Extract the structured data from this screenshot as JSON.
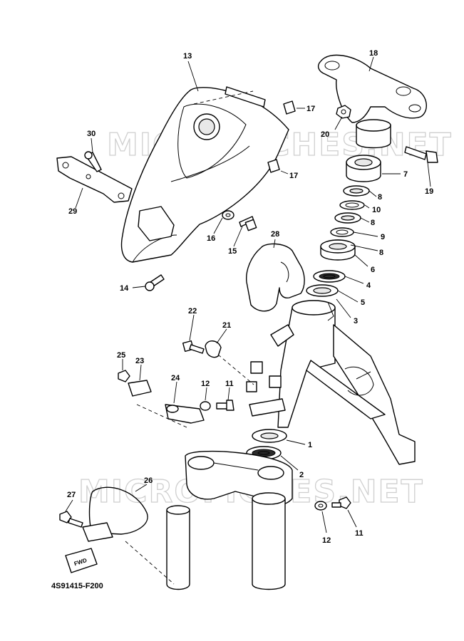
{
  "diagram": {
    "figure_code": "4S91415-F200",
    "watermarks": [
      "MICROFICHES.NET",
      "MICROFICHES.NET"
    ],
    "fwd_label": "FWD",
    "callouts": [
      {
        "id": "c13",
        "label": "13"
      },
      {
        "id": "c18",
        "label": "18"
      },
      {
        "id": "c17a",
        "label": "17"
      },
      {
        "id": "c30",
        "label": "30"
      },
      {
        "id": "c20",
        "label": "20"
      },
      {
        "id": "c19",
        "label": "19"
      },
      {
        "id": "c7",
        "label": "7"
      },
      {
        "id": "c17b",
        "label": "17"
      },
      {
        "id": "c29",
        "label": "29"
      },
      {
        "id": "c8a",
        "label": "8"
      },
      {
        "id": "c10",
        "label": "10"
      },
      {
        "id": "c8b",
        "label": "8"
      },
      {
        "id": "c16",
        "label": "16"
      },
      {
        "id": "c15",
        "label": "15"
      },
      {
        "id": "c9",
        "label": "9"
      },
      {
        "id": "c28",
        "label": "28"
      },
      {
        "id": "c8c",
        "label": "8"
      },
      {
        "id": "c6",
        "label": "6"
      },
      {
        "id": "c4",
        "label": "4"
      },
      {
        "id": "c14",
        "label": "14"
      },
      {
        "id": "c5",
        "label": "5"
      },
      {
        "id": "c3",
        "label": "3"
      },
      {
        "id": "c22",
        "label": "22"
      },
      {
        "id": "c21",
        "label": "21"
      },
      {
        "id": "c25",
        "label": "25"
      },
      {
        "id": "c23",
        "label": "23"
      },
      {
        "id": "c24",
        "label": "24"
      },
      {
        "id": "c12a",
        "label": "12"
      },
      {
        "id": "c11a",
        "label": "11"
      },
      {
        "id": "c1",
        "label": "1"
      },
      {
        "id": "c2",
        "label": "2"
      },
      {
        "id": "c26",
        "label": "26"
      },
      {
        "id": "c27",
        "label": "27"
      },
      {
        "id": "c11b",
        "label": "11"
      },
      {
        "id": "c12b",
        "label": "12"
      }
    ]
  }
}
